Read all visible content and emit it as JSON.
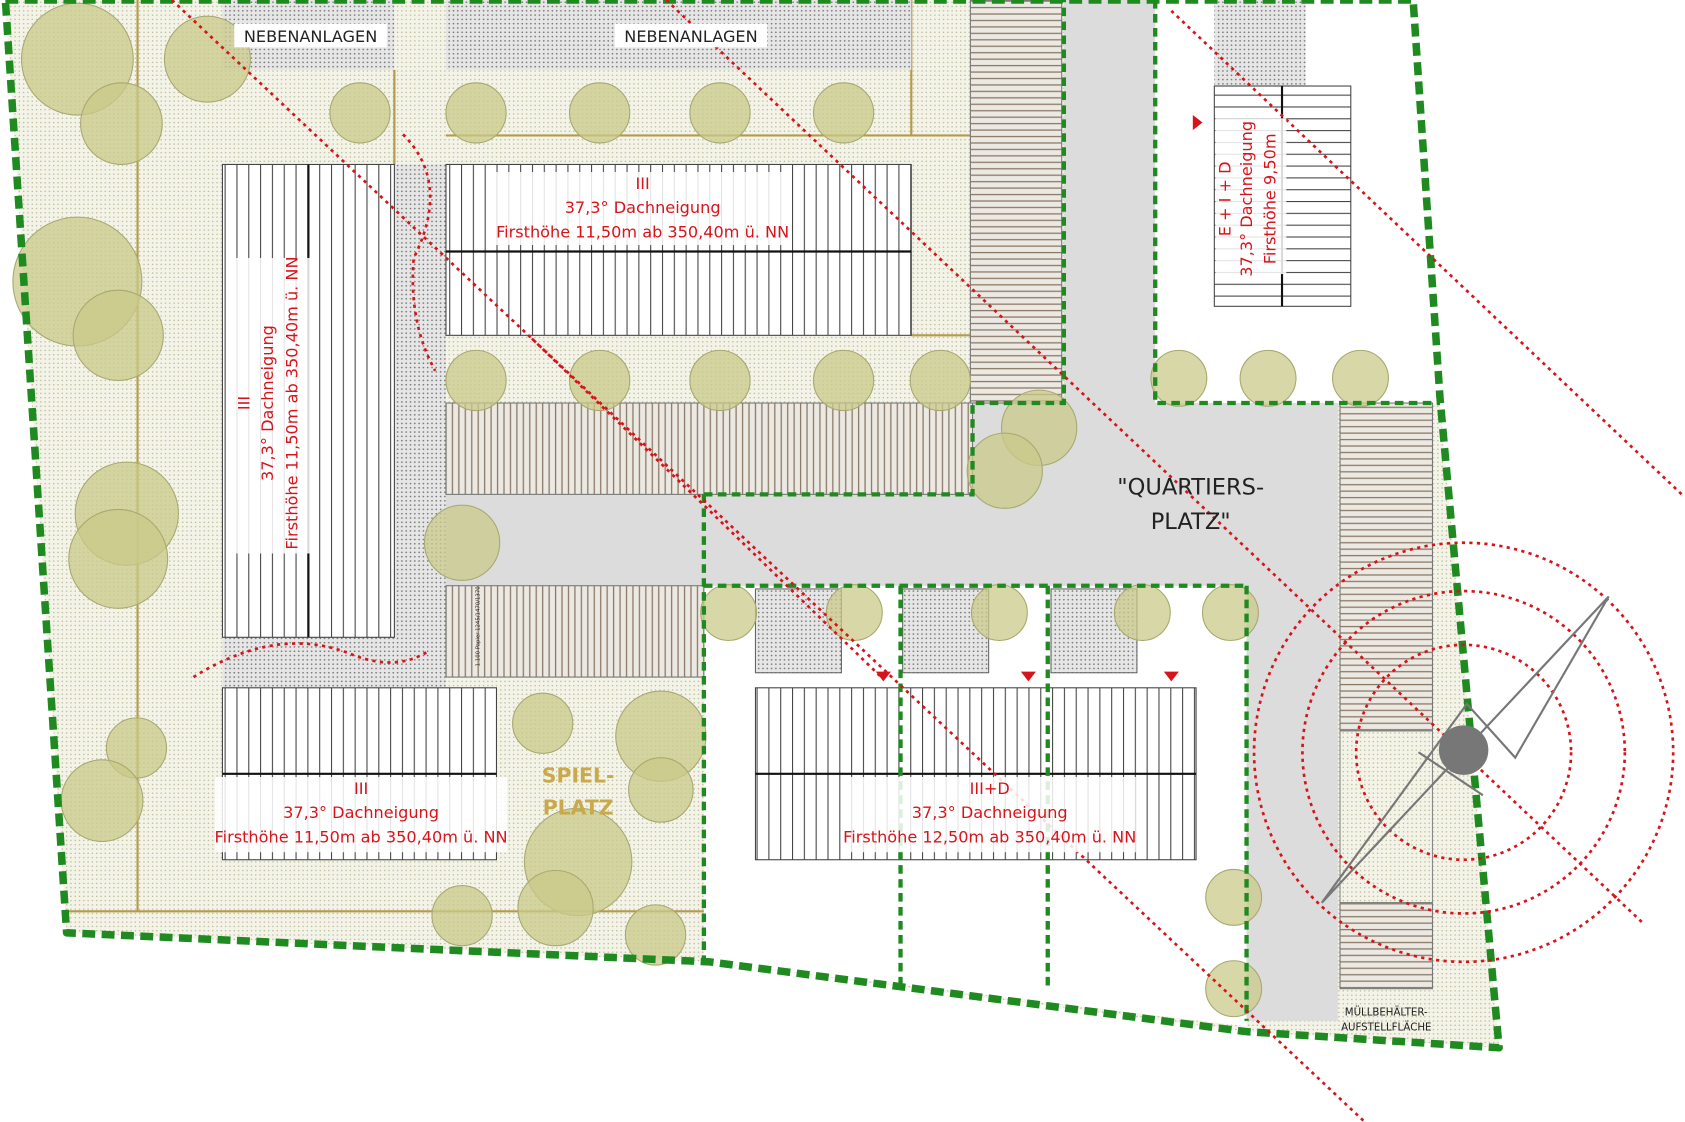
{
  "labels": {
    "nebenanlagen_1": "NEBENANLAGEN",
    "nebenanlagen_2": "NEBENANLAGEN",
    "quartiersplatz_1": "\"QUARTIERS-",
    "quartiersplatz_2": "PLATZ\"",
    "spielplatz_1": "SPIEL-",
    "spielplatz_2": "PLATZ",
    "muell_1": "MÜLLBEHÄLTER-",
    "muell_2": "AUFSTELLFLÄCHE",
    "papier": "1.100 Papier 1245/1470/1370"
  },
  "buildings": [
    {
      "floors": "III",
      "roof": "37,3° Dachneigung",
      "height": "Firsthöhe 11,50m ab 350,40m ü. NN"
    },
    {
      "floors": "III",
      "roof": "37,3° Dachneigung",
      "height": "Firsthöhe 11,50m ab 350,40m ü. NN"
    },
    {
      "floors": "III",
      "roof": "37,3° Dachneigung",
      "height": "Firsthöhe 11,50m ab 350,40m ü. NN"
    },
    {
      "floors": "III+D",
      "roof": "37,3° Dachneigung",
      "height": "Firsthöhe 12,50m ab 350,40m ü. NN"
    },
    {
      "floors": "E + I + D",
      "roof": "37,3° Dachneigung",
      "height": "Firsthöhe 9,50m"
    }
  ],
  "colors": {
    "boundary": "#1f8a1f",
    "annotation": "#d8141b",
    "tree": "#c9c98a",
    "plaza": "#dcdcdc"
  }
}
